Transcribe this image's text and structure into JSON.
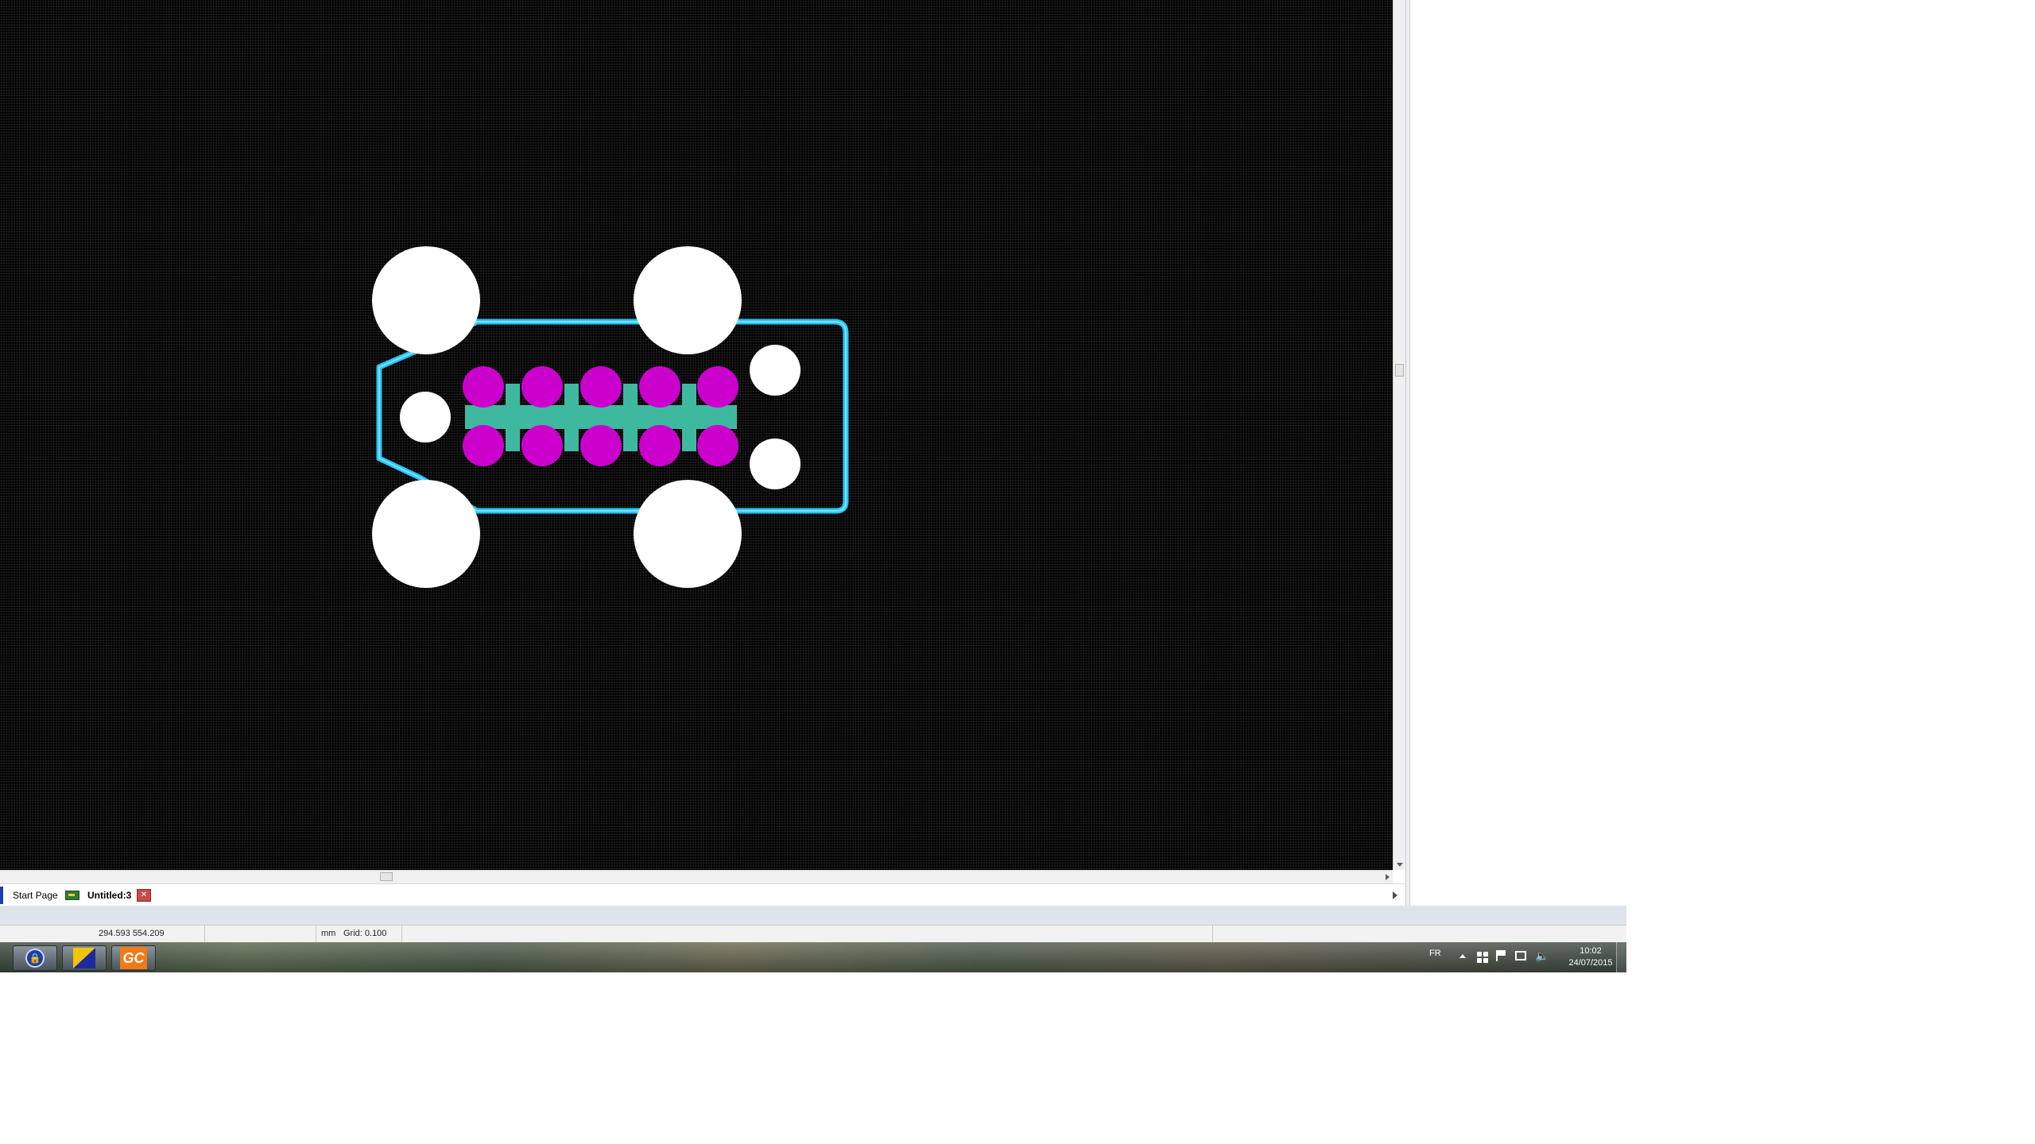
{
  "document_tabs": {
    "start_page": "Start Page",
    "active_document": "Untitled:3",
    "close_icon": "close-icon"
  },
  "status_bar": {
    "coordinates": "294.593  554.209",
    "units": "mm",
    "grid": "Grid: 0.100"
  },
  "taskbar": {
    "buttons": [
      {
        "name": "lock-app",
        "icon": "lock-icon"
      },
      {
        "name": "app-2",
        "icon": "yellow-blue-icon"
      },
      {
        "name": "gc-app",
        "label": "GC"
      }
    ],
    "tray": {
      "language": "FR",
      "time": "10:02",
      "date": "24/07/2015"
    }
  },
  "pcb": {
    "colors": {
      "background": "#000000",
      "outline": "#29c5f6",
      "pads": "#cc00cc",
      "copper": "#3fb8a0",
      "holes": "#ffffff"
    }
  }
}
